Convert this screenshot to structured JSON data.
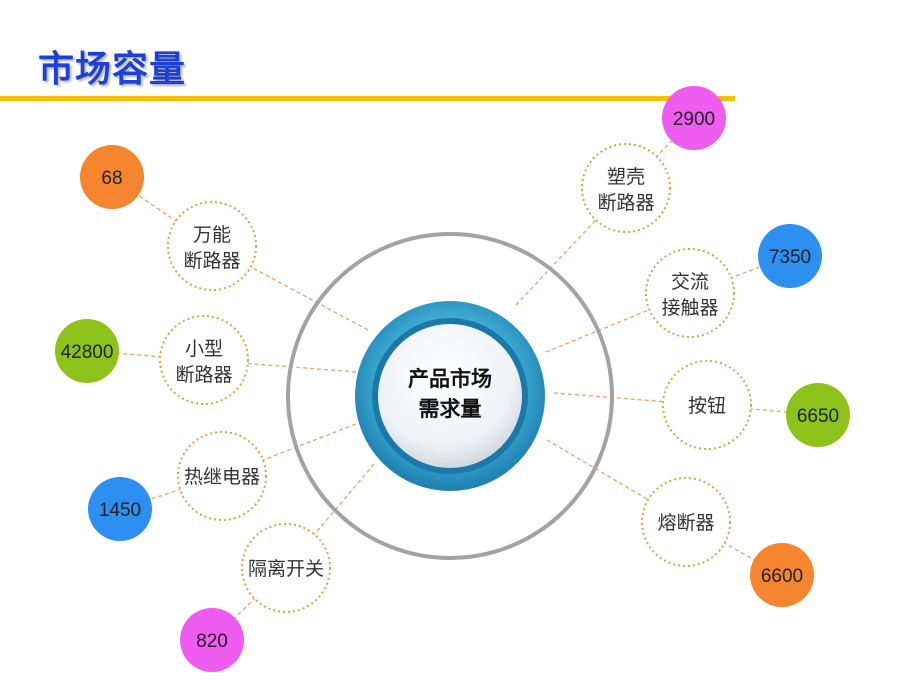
{
  "title": "市场容量",
  "center": {
    "line1": "产品市场",
    "line2": "需求量"
  },
  "colors": {
    "title": "#1c40d9",
    "rule": "#f5c000",
    "connector": "#f0a060",
    "node_border": "#d7a640"
  },
  "items": [
    {
      "key": "wanneng",
      "lines": [
        "万能",
        "断路器"
      ],
      "value": "68",
      "color": "#f5852f"
    },
    {
      "key": "xiaoxing",
      "lines": [
        "小型",
        "断路器"
      ],
      "value": "42800",
      "color": "#8cc21a"
    },
    {
      "key": "rejidianqi",
      "lines": [
        "热继电器"
      ],
      "value": "1450",
      "color": "#2d8ff0"
    },
    {
      "key": "gelikaiguan",
      "lines": [
        "隔离开关"
      ],
      "value": "820",
      "color": "#ee5cf0"
    },
    {
      "key": "suke",
      "lines": [
        "塑壳",
        "断路器"
      ],
      "value": "2900",
      "color": "#ee5cf0"
    },
    {
      "key": "jiaoliu",
      "lines": [
        "交流",
        "接触器"
      ],
      "value": "7350",
      "color": "#2d8ff0"
    },
    {
      "key": "anniu",
      "lines": [
        "按钮"
      ],
      "value": "6650",
      "color": "#8cc21a"
    },
    {
      "key": "rongduanqi",
      "lines": [
        "熔断器"
      ],
      "value": "6600",
      "color": "#f5852f"
    }
  ]
}
